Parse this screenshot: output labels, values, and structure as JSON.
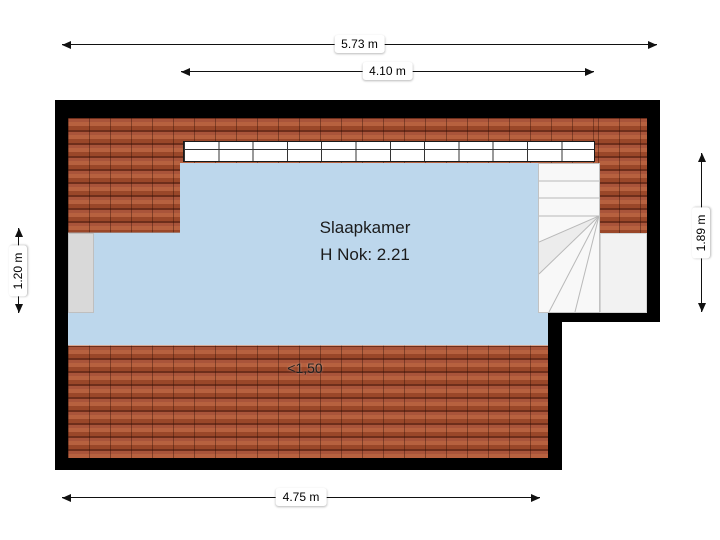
{
  "plan": {
    "room_label": "Slaapkamer",
    "ridge_label": "H Nok: 2.21",
    "headroom_label": "<1,50"
  },
  "dimensions": {
    "top_outer": "5.73 m",
    "top_inner": "4.10 m",
    "left": "1.20 m",
    "right": "1.89 m",
    "bottom": "4.75 m"
  },
  "colors": {
    "wall": "#000000",
    "floor": "#bdd7ec",
    "roof_tiles": "#9e4c2e",
    "stair": "#f8f8f8",
    "knee_wall": "#d9d9d9",
    "background": "#ffffff"
  }
}
